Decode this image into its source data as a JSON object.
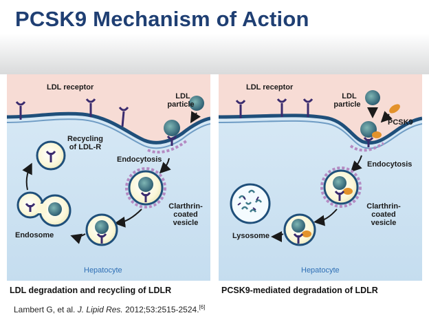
{
  "title": "PCSK9 Mechanism of Action",
  "left_panel": {
    "ldl_receptor": "LDL receptor",
    "ldl_particle_line1": "LDL",
    "ldl_particle_line2": "particle",
    "recycling_line1": "Recycling",
    "recycling_line2": "of LDL-R",
    "endocytosis": "Endocytosis",
    "vesicle_line1": "Clarthrin-",
    "vesicle_line2": "coated",
    "vesicle_line3": "vesicle",
    "endosome": "Endosome",
    "hepatocyte": "Hepatocyte",
    "caption": "LDL degradation and recycling of LDLR"
  },
  "right_panel": {
    "ldl_receptor": "LDL receptor",
    "ldl_particle_line1": "LDL",
    "ldl_particle_line2": "particle",
    "pcsk9": "PCSK9",
    "endocytosis": "Endocytosis",
    "vesicle_line1": "Clarthrin-",
    "vesicle_line2": "coated",
    "vesicle_line3": "vesicle",
    "lysosome": "Lysosome",
    "hepatocyte": "Hepatocyte",
    "caption": "PCSK9-mediated degradation of LDLR"
  },
  "citation": {
    "authors": "Lambert G, et al.",
    "journal": "J. Lipid Res.",
    "details": "2012;53:2515-2524.",
    "ref": "[6]"
  },
  "colors": {
    "title": "#1f3f73",
    "extracellular": "#f7d6cf",
    "cytoplasm": "#d3e6f4",
    "membrane": "#1f4f7a",
    "receptor": "#3a2b6e",
    "ldl_particle": "#3e7a8a",
    "pcsk9": "#e3922b",
    "clathrin": "#b48ac2",
    "hepatocyte_text": "#2f6fb5"
  }
}
